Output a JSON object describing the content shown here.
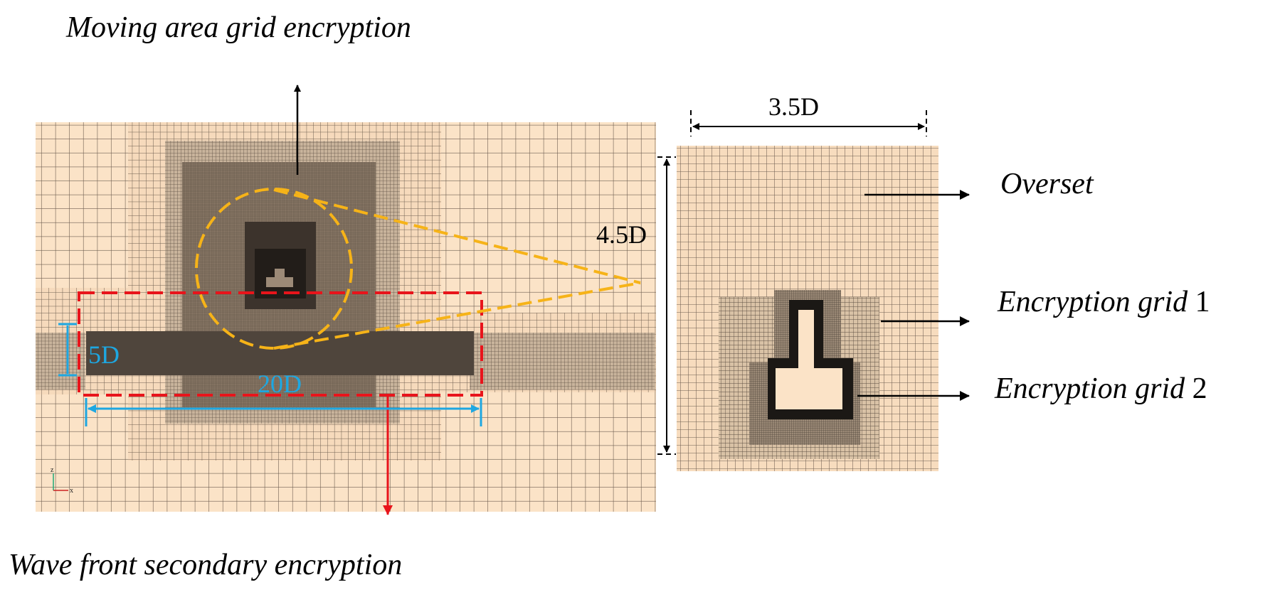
{
  "labels": {
    "top_title": "Moving area grid encryption",
    "bottom_title": "Wave front secondary encryption",
    "dim_5d": "5D",
    "dim_20d": "20D",
    "dim_35d": "3.5D",
    "dim_45d": "4.5D",
    "overset": "Overset",
    "enc1_word": "Encryption grid",
    "enc1_num": "1",
    "enc2_word": "Encryption grid",
    "enc2_num": "2"
  },
  "axis_triad": {
    "z": "z",
    "x": "x"
  },
  "colors": {
    "mesh_bg": "#FBE3C7",
    "mesh_line": "#6E5E50",
    "dark_band": "#4F453C",
    "red_dash": "#E8141B",
    "cyan": "#1EA7E1",
    "yellow_dash": "#F6B318",
    "black": "#000000"
  }
}
